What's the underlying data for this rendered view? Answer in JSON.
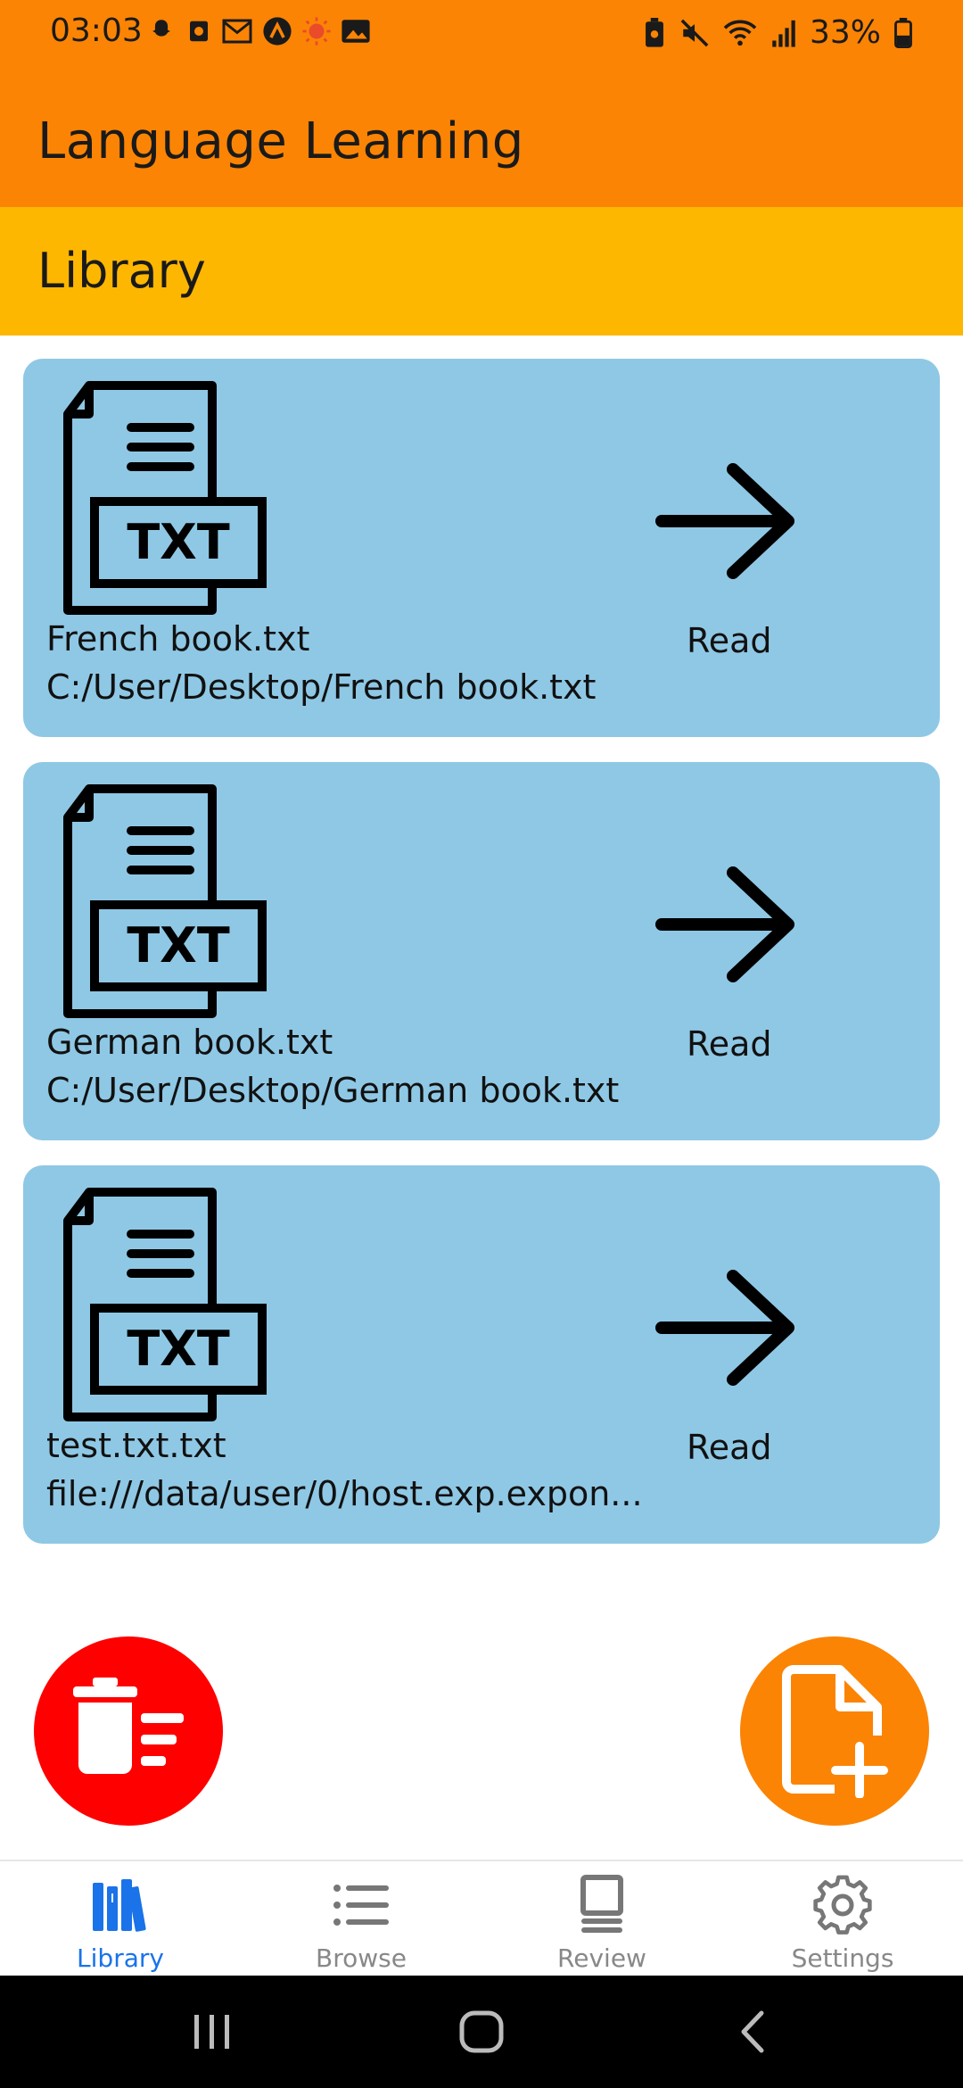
{
  "status_bar": {
    "time": "03:03",
    "battery": "33%"
  },
  "app": {
    "title": "Language Learning"
  },
  "section": {
    "title": "Library"
  },
  "files": [
    {
      "name": "French book.txt",
      "path": "C:/User/Desktop/French book.txt",
      "icon_label": "TXT",
      "action": "Read"
    },
    {
      "name": "German book.txt",
      "path": "C:/User/Desktop/German book.txt",
      "icon_label": "TXT",
      "action": "Read"
    },
    {
      "name": "test.txt.txt",
      "path": "file:///data/user/0/host.exp.expon...",
      "icon_label": "TXT",
      "action": "Read"
    }
  ],
  "fabs": {
    "delete_icon": "delete-list-icon",
    "add_icon": "add-file-icon"
  },
  "bottom_nav": [
    {
      "label": "Library",
      "icon": "library-icon",
      "active": true
    },
    {
      "label": "Browse",
      "icon": "list-icon",
      "active": false
    },
    {
      "label": "Review",
      "icon": "review-icon",
      "active": false
    },
    {
      "label": "Settings",
      "icon": "gear-icon",
      "active": false
    }
  ],
  "colors": {
    "app_bar": "#FB8405",
    "sub_header": "#FEB700",
    "card": "#8FC8E5",
    "delete_fab": "#FF0000",
    "add_fab": "#FB8405",
    "active_nav": "#1A73E8"
  }
}
